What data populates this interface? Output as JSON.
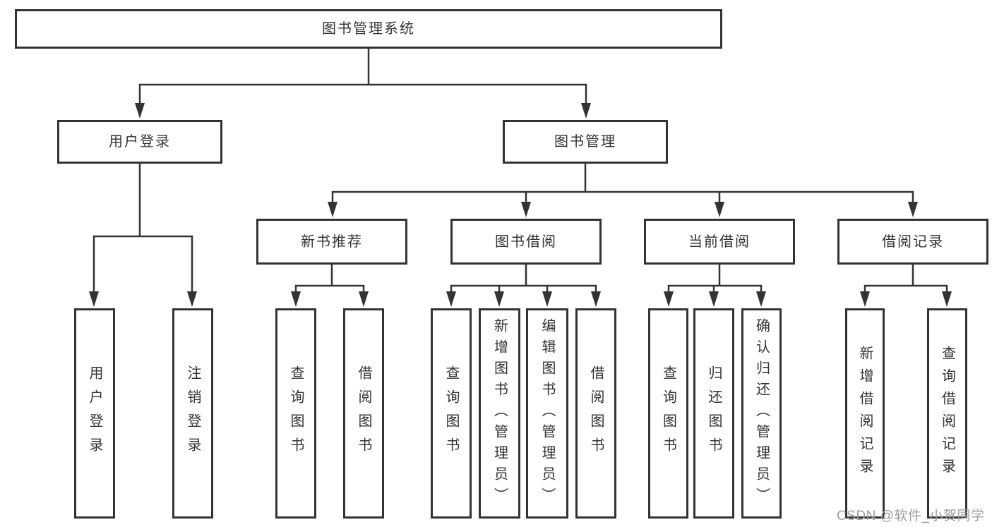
{
  "diagram_type": "hierarchy-tree",
  "tree": {
    "label": "图书管理系统",
    "children": [
      {
        "label": "用户登录",
        "children": [
          {
            "label": "用户登录"
          },
          {
            "label": "注销登录"
          }
        ]
      },
      {
        "label": "图书管理",
        "children": [
          {
            "label": "新书推荐",
            "children": [
              {
                "label": "查询图书"
              },
              {
                "label": "借阅图书"
              }
            ]
          },
          {
            "label": "图书借阅",
            "children": [
              {
                "label": "查询图书"
              },
              {
                "label": "新增图书（管理员）"
              },
              {
                "label": "编辑图书（管理员）"
              },
              {
                "label": "借阅图书"
              }
            ]
          },
          {
            "label": "当前借阅",
            "children": [
              {
                "label": "查询图书"
              },
              {
                "label": "归还图书"
              },
              {
                "label": "确认归还（管理员）"
              }
            ]
          },
          {
            "label": "借阅记录",
            "children": [
              {
                "label": "新增借阅记录"
              },
              {
                "label": "查询借阅记录"
              }
            ]
          }
        ]
      }
    ]
  },
  "watermark": "CSDN @软件_小贺同学",
  "colors": {
    "line": "#333333",
    "box_border": "#333333",
    "text": "#333333",
    "background": "#ffffff",
    "watermark": "#9e9e9e"
  }
}
